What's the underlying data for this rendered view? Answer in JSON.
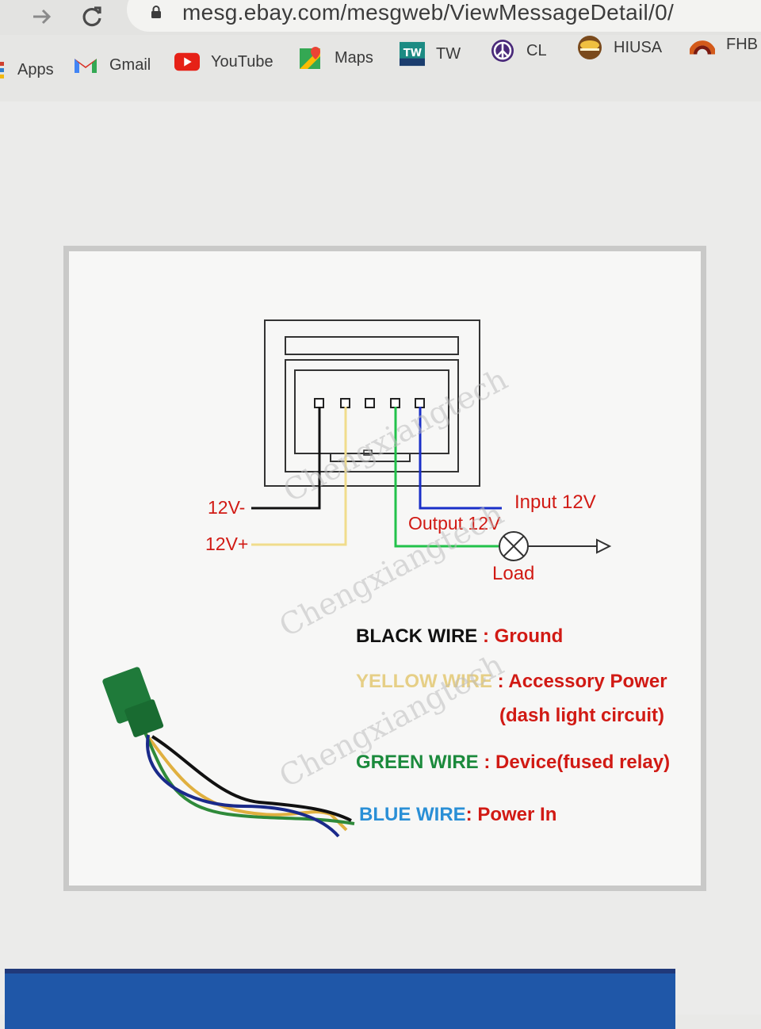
{
  "browser": {
    "url": "mesg.ebay.com/mesgweb/ViewMessageDetail/0/",
    "bookmarks": [
      {
        "label": "Apps",
        "icon": "apps-grid-icon"
      },
      {
        "label": "Gmail",
        "icon": "gmail-icon"
      },
      {
        "label": "YouTube",
        "icon": "youtube-icon"
      },
      {
        "label": "Maps",
        "icon": "maps-icon"
      },
      {
        "label": "TW",
        "icon": "tw-icon"
      },
      {
        "label": "CL",
        "icon": "peace-icon"
      },
      {
        "label": "HIUSA",
        "icon": "hiusa-icon"
      },
      {
        "label": "FHB",
        "icon": "fhb-icon"
      }
    ]
  },
  "diagram": {
    "labels": {
      "neg": "12V-",
      "pos": "12V+",
      "input": "Input 12V",
      "output": "Output 12V",
      "load": "Load"
    },
    "legend": [
      {
        "wire": "BLACK WIRE",
        "sep": " : ",
        "desc": "Ground",
        "color": "#111111"
      },
      {
        "wire": "YELLOW WIRE",
        "sep": " : ",
        "desc": "Accessory Power",
        "desc2": "(dash light circuit)",
        "color": "#e6cf86"
      },
      {
        "wire": "GREEN WIRE",
        "sep": " : ",
        "desc": "Device(fused relay)",
        "color": "#1b8a3c"
      },
      {
        "wire": "BLUE WIRE",
        "sep": ": ",
        "desc": "Power In",
        "color": "#2a8fd6"
      }
    ],
    "watermark": "Chengxiangtech",
    "colors": {
      "label_red": "#d11a14",
      "black_wire": "#111111",
      "yellow_wire": "#f0dc8c",
      "green_wire": "#22c24a",
      "blue_wire": "#1a2fc8"
    }
  }
}
